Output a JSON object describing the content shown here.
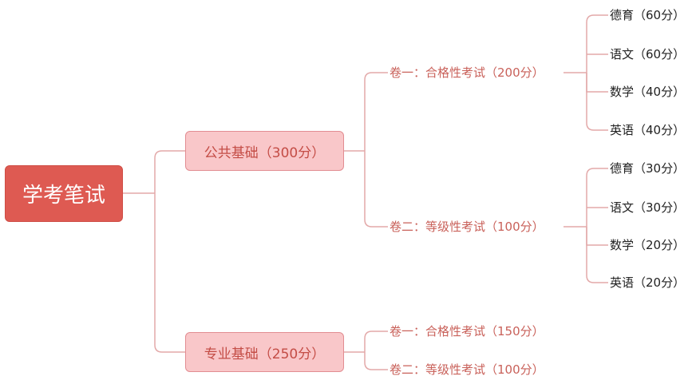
{
  "root": {
    "label": "学考笔试"
  },
  "branches": [
    {
      "label": "公共基础（300分）",
      "exams": [
        {
          "label": "卷一：合格性考试（200分）",
          "subjects": [
            "德育（60分）",
            "语文（60分）",
            "数学（40分）",
            "英语（40分）"
          ]
        },
        {
          "label": "卷二：等级性考试（100分）",
          "subjects": [
            "德育（30分）",
            "语文（30分）",
            "数学（20分）",
            "英语（20分）"
          ]
        }
      ]
    },
    {
      "label": "专业基础（250分）",
      "exams": [
        {
          "label": "卷一：合格性考试（150分）"
        },
        {
          "label": "卷二：等级性考试（100分）"
        }
      ]
    }
  ],
  "colors": {
    "root_fill": "#de5a52",
    "branch_fill": "#f9c7c9",
    "branch_border": "#e28d92",
    "connector": "#e3a9a9",
    "exam_text": "#c9615a",
    "subject_text": "#222222"
  }
}
